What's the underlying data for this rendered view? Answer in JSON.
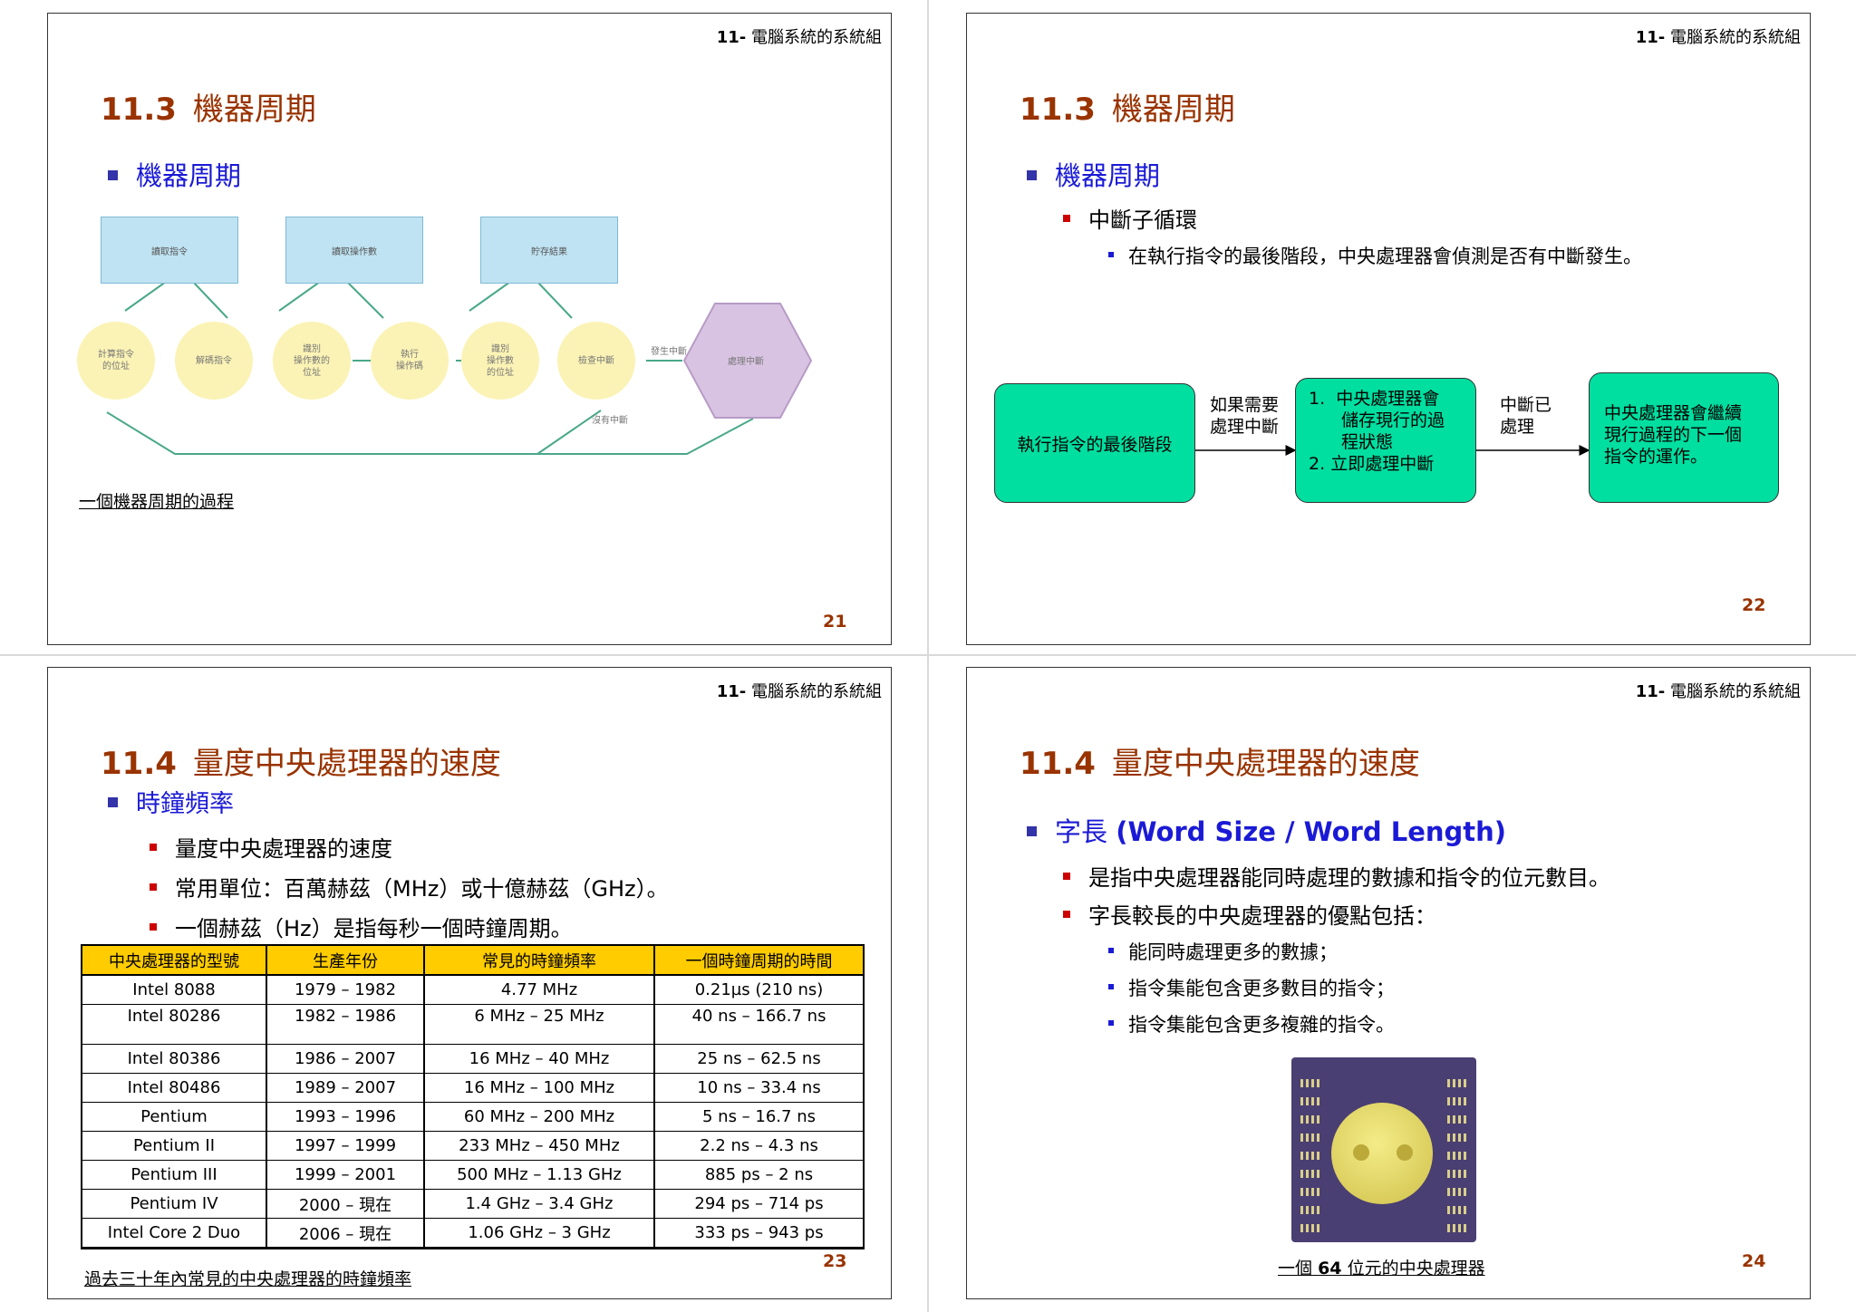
{
  "header": "電腦系統的系統組",
  "header_num": "11-",
  "slide21": {
    "sec_num": "11.3",
    "title": "機器周期",
    "bullet": "機器周期",
    "boxes": [
      "讀取指令",
      "讀取操作數",
      "貯存結果"
    ],
    "circles": [
      "計算指令\n的位址",
      "解碼指令",
      "識別\n操作數的\n位址",
      "執行\n操作碼",
      "識別\n操作數\n的位址",
      "檢查中斷"
    ],
    "hex": "處理中斷",
    "label_interrupt": "發生中斷",
    "label_no_interrupt": "沒有中斷",
    "caption": "一個機器周期的過程",
    "page": "21"
  },
  "slide22": {
    "sec_num": "11.3",
    "title": "機器周期",
    "bullet": "機器周期",
    "sub": "中斷子循環",
    "subsub": "在執行指令的最後階段，中央處理器會偵測是否有中斷發生。",
    "box1": "執行指令的最後階段",
    "label1": [
      "如果需要",
      "處理中斷"
    ],
    "box2": [
      "1.",
      "中央處理器會",
      "儲存現行的過",
      "程狀態",
      "2.",
      "立即處理中斷"
    ],
    "label2": [
      "中斷已",
      "處理"
    ],
    "box3": [
      "中央處理器會繼續",
      "現行過程的下一個",
      "指令的運作。"
    ],
    "page": "22"
  },
  "slide23": {
    "sec_num": "11.4",
    "title": "量度中央處理器的速度",
    "bullet": "時鐘頻率",
    "items": [
      "量度中央處理器的速度",
      "常用單位：百萬赫茲（MHz）或十億赫茲（GHz）。",
      "一個赫茲（Hz）是指每秒一個時鐘周期。"
    ],
    "table_headers": [
      "中央處理器的型號",
      "生產年份",
      "常見的時鐘頻率",
      "一個時鐘周期的時間"
    ],
    "table_rows": [
      [
        "Intel 8088",
        "1979 – 1982",
        "4.77 MHz",
        "0.21µs (210 ns)"
      ],
      [
        "Intel 80286",
        "1982 – 1986",
        "6 MHz – 25 MHz",
        "40 ns – 166.7 ns"
      ],
      [
        "Intel 80386",
        "1986 – 2007",
        "16 MHz – 40 MHz",
        "25 ns – 62.5 ns"
      ],
      [
        "Intel 80486",
        "1989 – 2007",
        "16 MHz – 100 MHz",
        "10 ns – 33.4 ns"
      ],
      [
        "Pentium",
        "1993 – 1996",
        "60 MHz – 200 MHz",
        "5 ns – 16.7 ns"
      ],
      [
        "Pentium II",
        "1997 – 1999",
        "233 MHz – 450 MHz",
        "2.2 ns – 4.3 ns"
      ],
      [
        "Pentium III",
        "1999 – 2001",
        "500 MHz – 1.13 GHz",
        "885 ps – 2 ns"
      ],
      [
        "Pentium IV",
        "2000 – 現在",
        "1.4 GHz – 3.4 GHz",
        "294 ps – 714 ps"
      ],
      [
        "Intel Core 2 Duo",
        "2006 – 現在",
        "1.06 GHz – 3 GHz",
        "333 ps – 943 ps"
      ]
    ],
    "caption": "過去三十年內常見的中央處理器的時鐘頻率",
    "page": "23"
  },
  "slide24": {
    "sec_num": "11.4",
    "title": "量度中央處理器的速度",
    "bullet_zh": "字長",
    "bullet_en": "(Word Size / Word Length)",
    "items": [
      "是指中央處理器能同時處理的數據和指令的位元數目。",
      "字長較長的中央處理器的優點包括："
    ],
    "subitems": [
      "能同時處理更多的數據；",
      "指令集能包含更多數目的指令；",
      "指令集能包含更多複雜的指令。"
    ],
    "caption_pre": "一個",
    "caption_num": "64",
    "caption_post": "位元的中央處理器",
    "page": "24"
  },
  "colors": {
    "title": "#993300",
    "bullet": "#1a1ad6",
    "flow_box": "#00dea0",
    "table_header": "#ffcc00"
  }
}
